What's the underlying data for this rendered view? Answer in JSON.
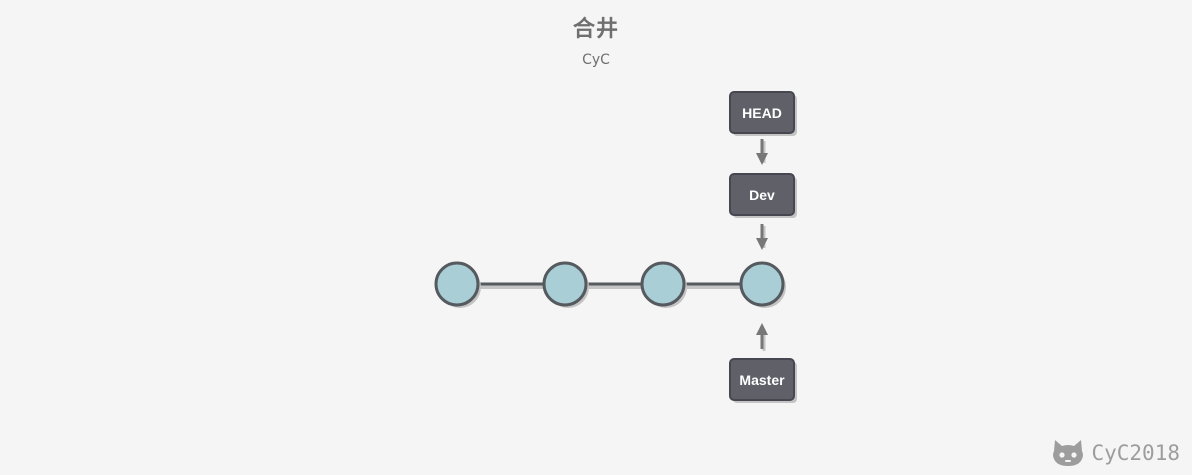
{
  "title": "合井",
  "subtitle": "CyC",
  "colors": {
    "background": "#f5f5f5",
    "node_fill": "#a9ced6",
    "node_stroke": "#555a5f",
    "box_fill": "#5f6068",
    "box_border": "#464750",
    "arrow": "#777777",
    "shadow": "#c4c4c4"
  },
  "diagram": {
    "commits": [
      "commit-1",
      "commit-2",
      "commit-3",
      "commit-4"
    ],
    "labels": {
      "head": "HEAD",
      "dev": "Dev",
      "master": "Master"
    }
  },
  "watermark": {
    "icon": "cat-logo-icon",
    "text": "CyC2018"
  }
}
